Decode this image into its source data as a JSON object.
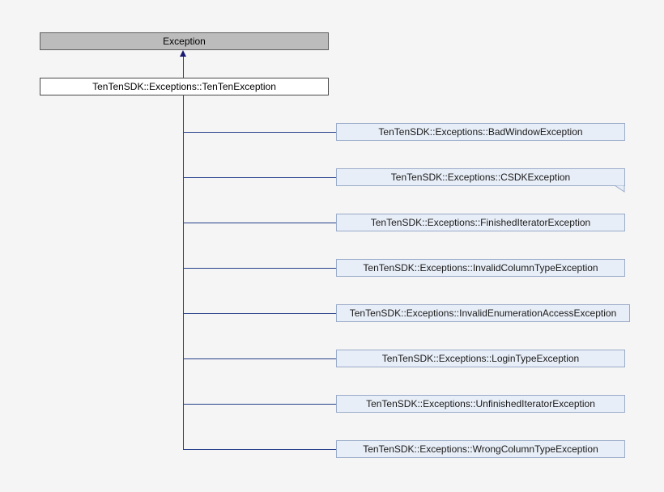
{
  "diagram": {
    "root": {
      "label": "Exception"
    },
    "base": {
      "label": "TenTenSDK::Exceptions::TenTenException"
    },
    "children": [
      {
        "label": "TenTenSDK::Exceptions::BadWindowException"
      },
      {
        "label": "TenTenSDK::Exceptions::CSDKException",
        "has_hidden_subclasses": true
      },
      {
        "label": "TenTenSDK::Exceptions::FinishedIteratorException"
      },
      {
        "label": "TenTenSDK::Exceptions::InvalidColumnTypeException"
      },
      {
        "label": "TenTenSDK::Exceptions::InvalidEnumerationAccessException"
      },
      {
        "label": "TenTenSDK::Exceptions::LoginTypeException"
      },
      {
        "label": "TenTenSDK::Exceptions::UnfinishedIteratorException"
      },
      {
        "label": "TenTenSDK::Exceptions::WrongColumnTypeException"
      }
    ],
    "colors": {
      "background": "#f5f5f5",
      "root_fill": "#bcbcbc",
      "root_border": "#5f5f5f",
      "base_fill": "#ffffff",
      "base_border": "#4a4a4a",
      "child_fill": "#e8eef7",
      "child_border": "#9aabc9",
      "connector_line": "#27408b",
      "arrow": "#191970"
    }
  }
}
